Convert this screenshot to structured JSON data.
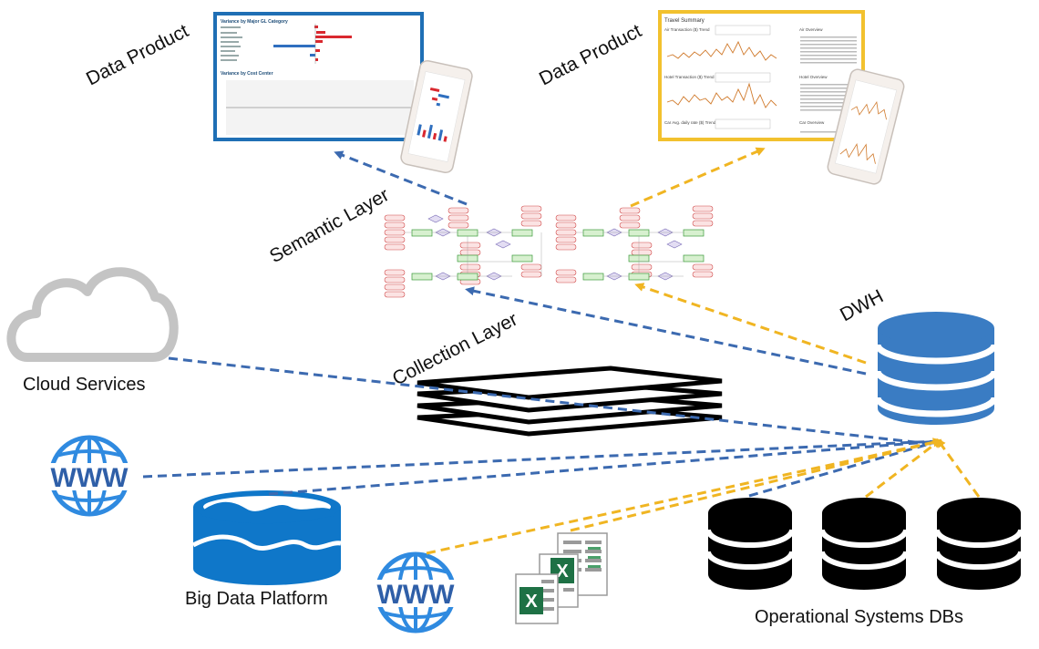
{
  "labels": {
    "data_product_left": "Data Product",
    "data_product_right": "Data Product",
    "semantic_layer": "Semantic Layer",
    "collection_layer": "Collection Layer",
    "dwh": "DWH",
    "cloud_services": "Cloud Services",
    "big_data_platform": "Big Data Platform",
    "operational_dbs": "Operational Systems DBs"
  },
  "dashboard_left": {
    "chart1_title": "Variance by Major GL Category",
    "chart2_title": "Variance by Cost Center"
  },
  "dashboard_right": {
    "title": "Travel Summary",
    "air_trend": "Air Transaction ($) Trend",
    "air_overview": "Air Overview",
    "hotel_trend": "Hotel Transaction ($) Trend",
    "hotel_overview": "Hotel Overview",
    "car_trend": "Car Avg. daily rate ($) Trend",
    "car_overview": "Car Overview"
  },
  "icons": {
    "www_glyph": "WWW",
    "excel_glyph": "X"
  },
  "colors": {
    "blue_flow": "#3c6ab0",
    "yellow_flow": "#f0b522",
    "db_blue": "#3a7cc3",
    "bigdata_blue": "#0f77c9",
    "globe_blue": "#2f8ae0",
    "excel_green": "#1e7145",
    "left_frame": "#1f6fb5",
    "right_frame": "#f2c12e"
  }
}
